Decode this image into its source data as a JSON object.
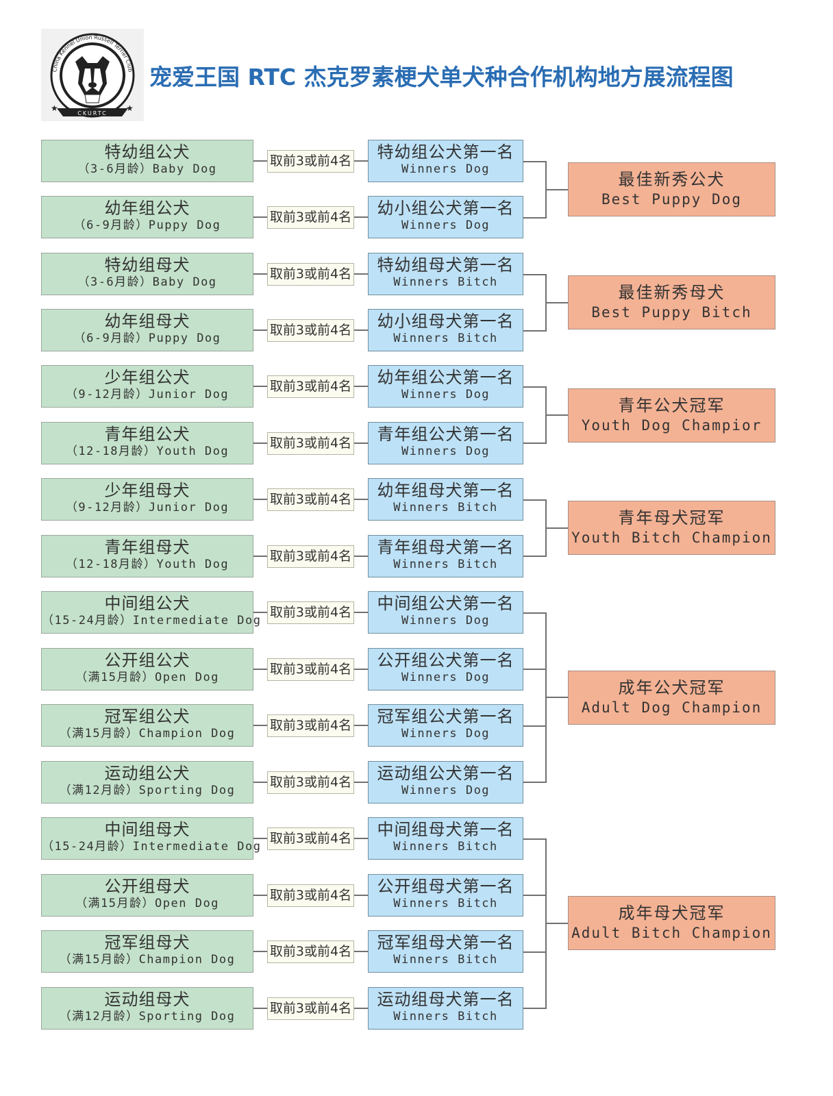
{
  "title": "宠爱王国 RTC 杰克罗素梗犬单犬种合作机构地方展流程图",
  "logo": {
    "ring_text": "China Kennel Union Russell Terrier Club",
    "bottom_text": "CKURTC"
  },
  "rows": [
    {
      "cat_cn": "特幼组公犬",
      "cat_en": "（3-6月龄）Baby Dog",
      "mid": "取前3或前4名",
      "win_cn": "特幼组公犬第一名",
      "win_en": "Winners Dog"
    },
    {
      "cat_cn": "幼年组公犬",
      "cat_en": "（6-9月龄）Puppy Dog",
      "mid": "取前3或前4名",
      "win_cn": "幼小组公犬第一名",
      "win_en": "Winners Dog"
    },
    {
      "cat_cn": "特幼组母犬",
      "cat_en": "（3-6月龄）Baby Dog",
      "mid": "取前3或前4名",
      "win_cn": "特幼组母犬第一名",
      "win_en": "Winners Bitch"
    },
    {
      "cat_cn": "幼年组母犬",
      "cat_en": "（6-9月龄）Puppy Dog",
      "mid": "取前3或前4名",
      "win_cn": "幼小组母犬第一名",
      "win_en": "Winners Bitch"
    },
    {
      "cat_cn": "少年组公犬",
      "cat_en": "（9-12月龄）Junior Dog",
      "mid": "取前3或前4名",
      "win_cn": "幼年组公犬第一名",
      "win_en": "Winners Dog"
    },
    {
      "cat_cn": "青年组公犬",
      "cat_en": "（12-18月龄）Youth Dog",
      "mid": "取前3或前4名",
      "win_cn": "青年组公犬第一名",
      "win_en": "Winners Dog"
    },
    {
      "cat_cn": "少年组母犬",
      "cat_en": "（9-12月龄）Junior Dog",
      "mid": "取前3或前4名",
      "win_cn": "幼年组母犬第一名",
      "win_en": "Winners Bitch"
    },
    {
      "cat_cn": "青年组母犬",
      "cat_en": "（12-18月龄）Youth Dog",
      "mid": "取前3或前4名",
      "win_cn": "青年组母犬第一名",
      "win_en": "Winners Bitch"
    },
    {
      "cat_cn": "中间组公犬",
      "cat_en": "（15-24月龄）Intermediate Dog",
      "mid": "取前3或前4名",
      "win_cn": "中间组公犬第一名",
      "win_en": "Winners Dog"
    },
    {
      "cat_cn": "公开组公犬",
      "cat_en": "（满15月龄）Open Dog",
      "mid": "取前3或前4名",
      "win_cn": "公开组公犬第一名",
      "win_en": "Winners Dog"
    },
    {
      "cat_cn": "冠军组公犬",
      "cat_en": "（满15月龄）Champion Dog",
      "mid": "取前3或前4名",
      "win_cn": "冠军组公犬第一名",
      "win_en": "Winners Dog"
    },
    {
      "cat_cn": "运动组公犬",
      "cat_en": "（满12月龄）Sporting Dog",
      "mid": "取前3或前4名",
      "win_cn": "运动组公犬第一名",
      "win_en": "Winners Dog"
    },
    {
      "cat_cn": "中间组母犬",
      "cat_en": "（15-24月龄）Intermediate Dog",
      "mid": "取前3或前4名",
      "win_cn": "中间组母犬第一名",
      "win_en": "Winners Bitch"
    },
    {
      "cat_cn": "公开组母犬",
      "cat_en": "（满15月龄）Open Dog",
      "mid": "取前3或前4名",
      "win_cn": "公开组母犬第一名",
      "win_en": "Winners Bitch"
    },
    {
      "cat_cn": "冠军组母犬",
      "cat_en": "（满15月龄）Champion Dog",
      "mid": "取前3或前4名",
      "win_cn": "冠军组母犬第一名",
      "win_en": "Winners Bitch"
    },
    {
      "cat_cn": "运动组母犬",
      "cat_en": "（满12月龄）Sporting Dog",
      "mid": "取前3或前4名",
      "win_cn": "运动组母犬第一名",
      "win_en": "Winners Bitch"
    }
  ],
  "awards": [
    {
      "cn": "最佳新秀公犬",
      "en": "Best Puppy Dog"
    },
    {
      "cn": "最佳新秀母犬",
      "en": "Best Puppy Bitch"
    },
    {
      "cn": "青年公犬冠军",
      "en": "Youth Dog Champior"
    },
    {
      "cn": "青年母犬冠军",
      "en": "Youth Bitch Champion"
    },
    {
      "cn": "成年公犬冠军",
      "en": "Adult Dog Champion"
    },
    {
      "cn": "成年母犬冠军",
      "en": "Adult Bitch Champion"
    }
  ],
  "colors": {
    "title": "#2a6db3",
    "category_box": "#c4e2cb",
    "middle_box": "#fbfbef",
    "winner_box": "#bde1f6",
    "award_box": "#f4b294",
    "connector": "#707070"
  }
}
